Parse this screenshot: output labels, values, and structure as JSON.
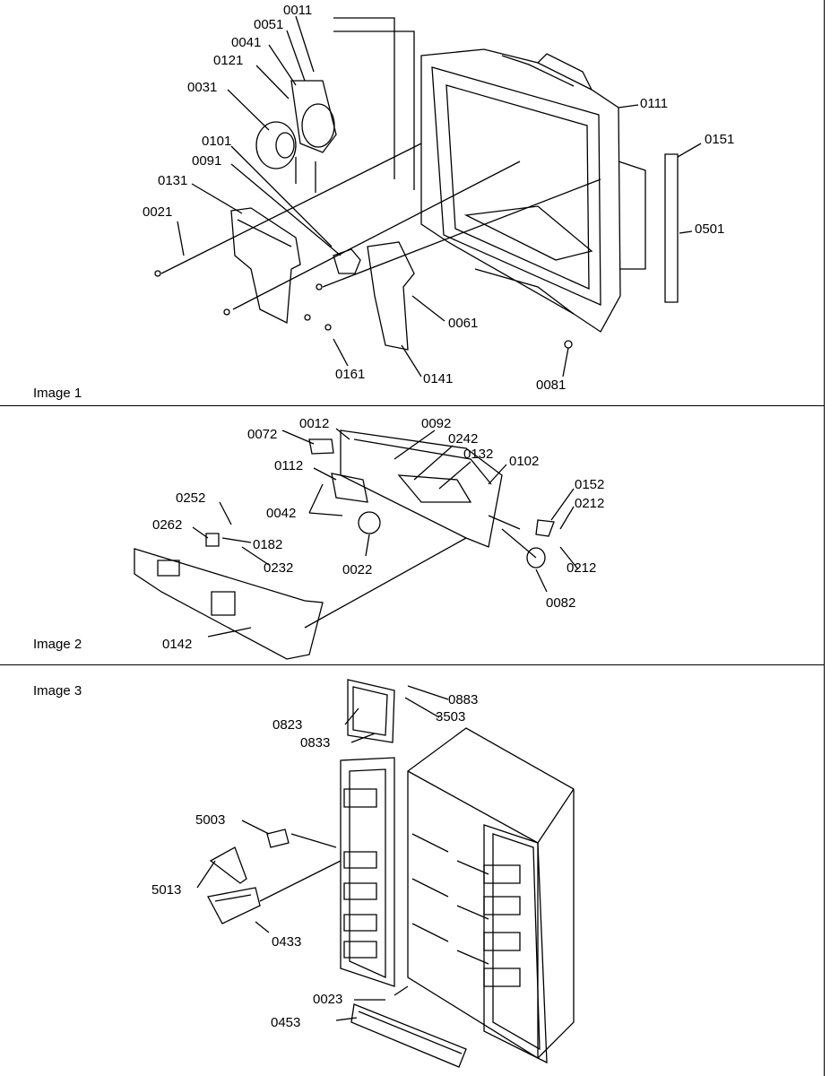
{
  "panels": [
    {
      "label": "Image 1",
      "parts": [
        "0011",
        "0051",
        "0041",
        "0121",
        "0031",
        "0101",
        "0091",
        "0131",
        "0021",
        "0111",
        "0151",
        "0501",
        "0061",
        "0161",
        "0141",
        "0081"
      ]
    },
    {
      "label": "Image 2",
      "parts": [
        "0072",
        "0012",
        "0092",
        "0242",
        "0132",
        "0102",
        "0112",
        "0252",
        "0262",
        "0182",
        "0042",
        "0022",
        "0232",
        "0152",
        "0212",
        "0212",
        "0082",
        "0142"
      ]
    },
    {
      "label": "Image 3",
      "parts": [
        "0883",
        "3503",
        "0823",
        "0833",
        "5003",
        "5013",
        "0433",
        "0023",
        "0453"
      ]
    }
  ]
}
